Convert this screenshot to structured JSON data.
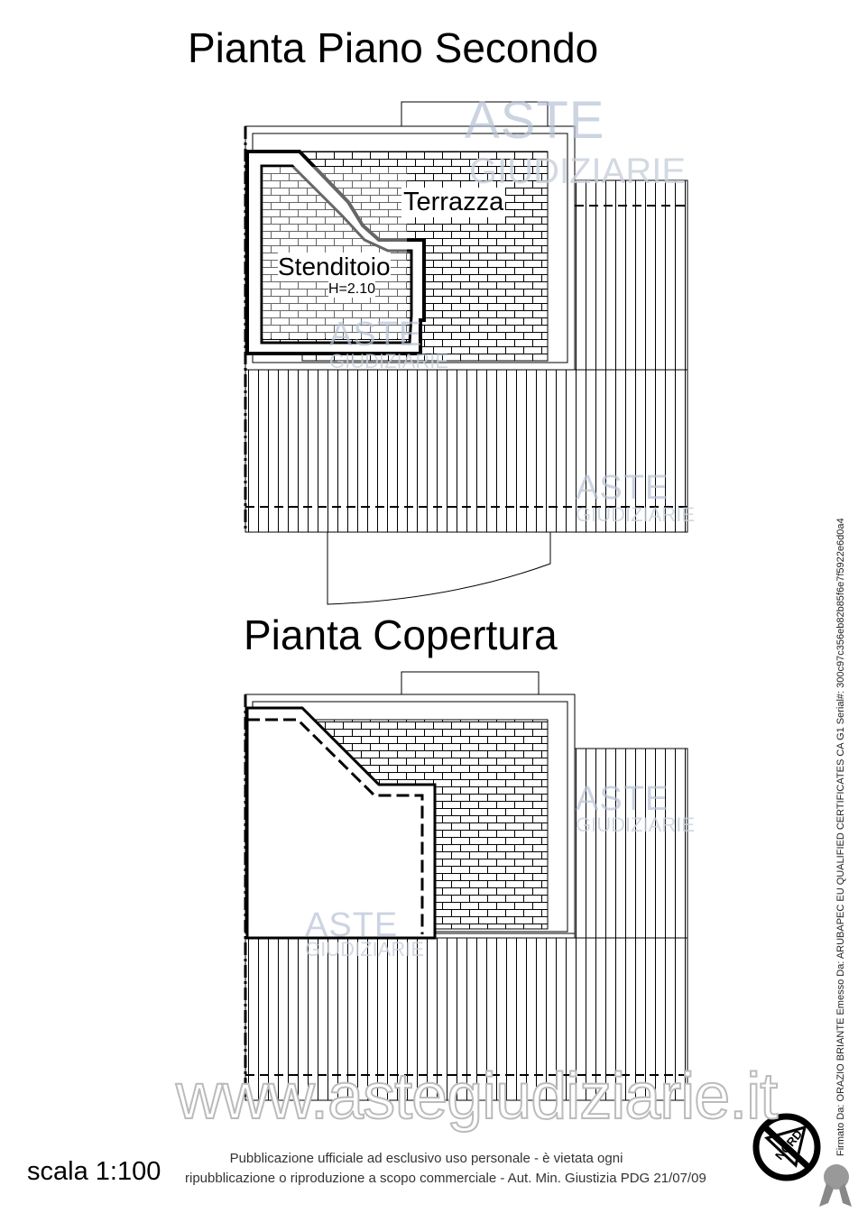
{
  "plan1": {
    "title": "Pianta Piano Secondo",
    "room_terrace": "Terrazza",
    "room_drying": "Stenditoio",
    "height_label": "H=2.10"
  },
  "plan2": {
    "title": "Pianta Copertura"
  },
  "watermark": {
    "brand": "ASTE",
    "brand_sub": "GIUDIZIARIE",
    "site": "www.astegiudiziarie.it"
  },
  "footer": {
    "scale": "scala 1:100",
    "notice_line1": "Pubblicazione ufficiale ad esclusivo uso personale - è vietata ogni",
    "notice_line2": "ripubblicazione o riproduzione a scopo commerciale - Aut. Min. Giustizia PDG 21/07/09"
  },
  "signature": "Firmato Da: ORAZIO BRIANTE Emesso Da: ARUBAPEC EU QUALIFIED CERTIFICATES CA G1 Serial#: 300c97c356eb82b85f6e7f5922e6d0a4",
  "north_label": "NORD"
}
